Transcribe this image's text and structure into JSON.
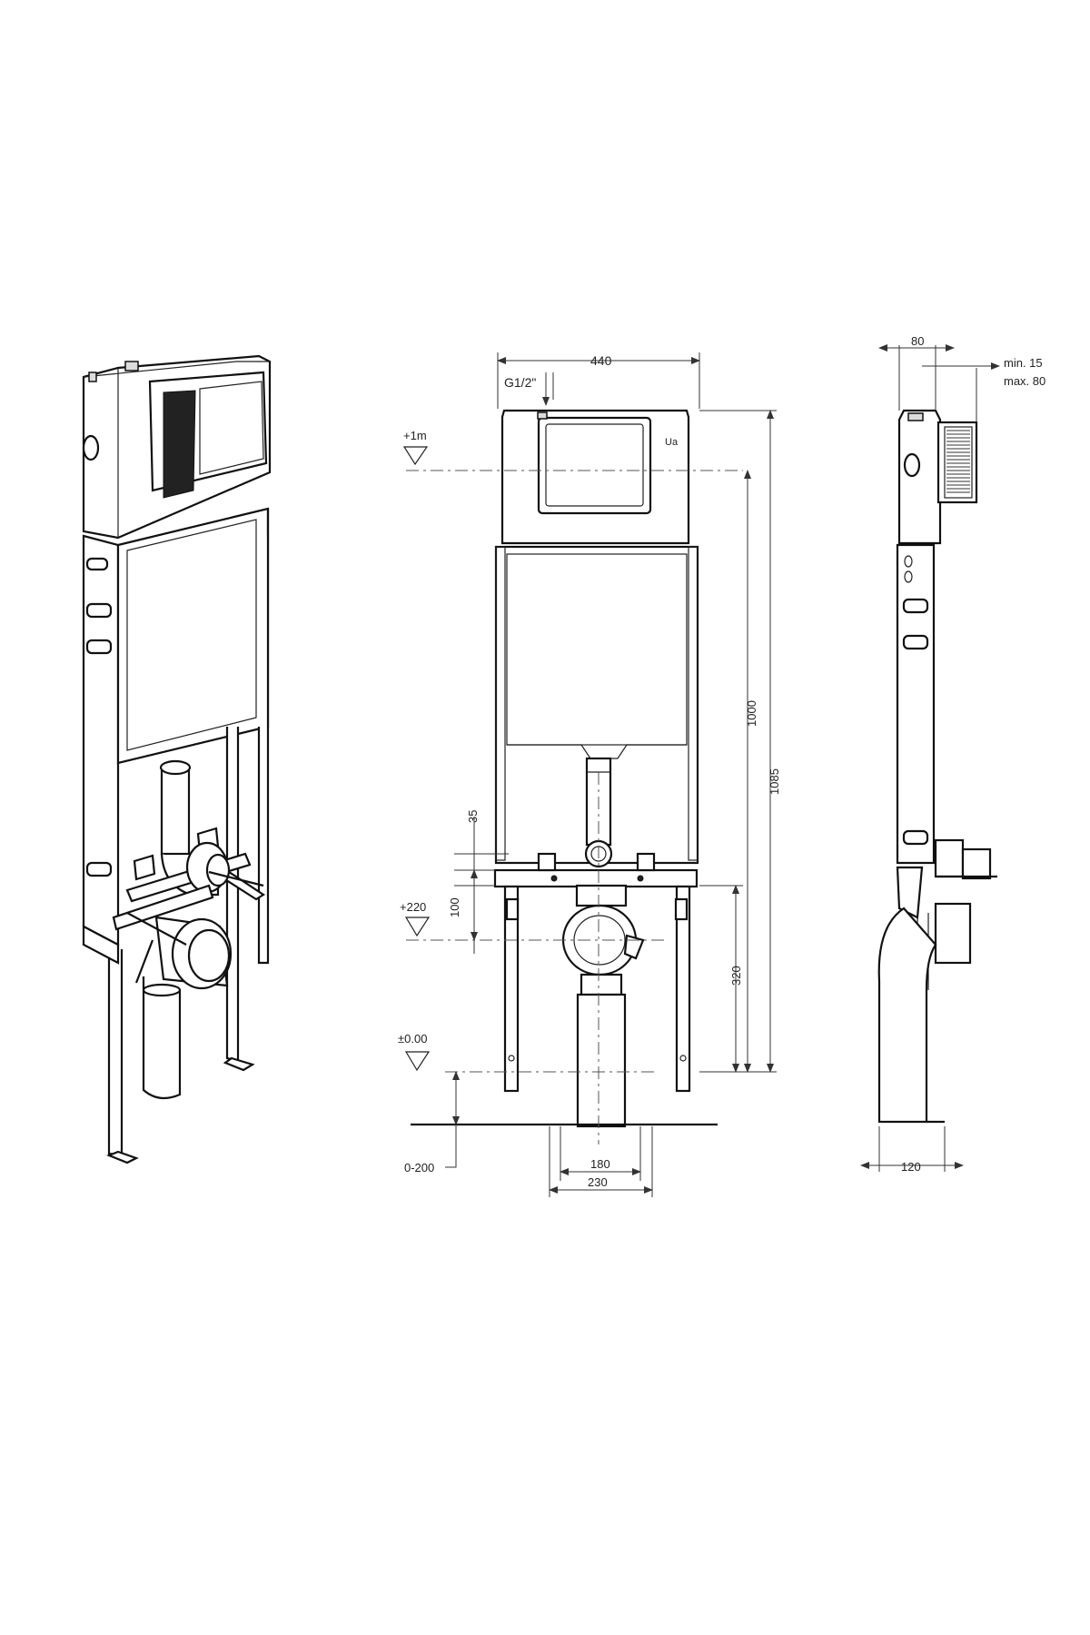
{
  "views": {
    "front": {
      "labels": {
        "width_440": "440",
        "inlet": "G1/2\"",
        "level_plus_1m": "+1m",
        "level_plus_220": "+220",
        "level_zero": "±0.00",
        "range_0_200": "0-200",
        "h_1000": "1000",
        "h_1085": "1085",
        "h_35": "35",
        "h_100": "100",
        "h_320": "320",
        "w_180": "180",
        "w_230": "230"
      }
    },
    "side": {
      "labels": {
        "depth_80": "80",
        "min_15": "min. 15",
        "max_80": "max. 80",
        "depth_120": "120"
      }
    }
  }
}
